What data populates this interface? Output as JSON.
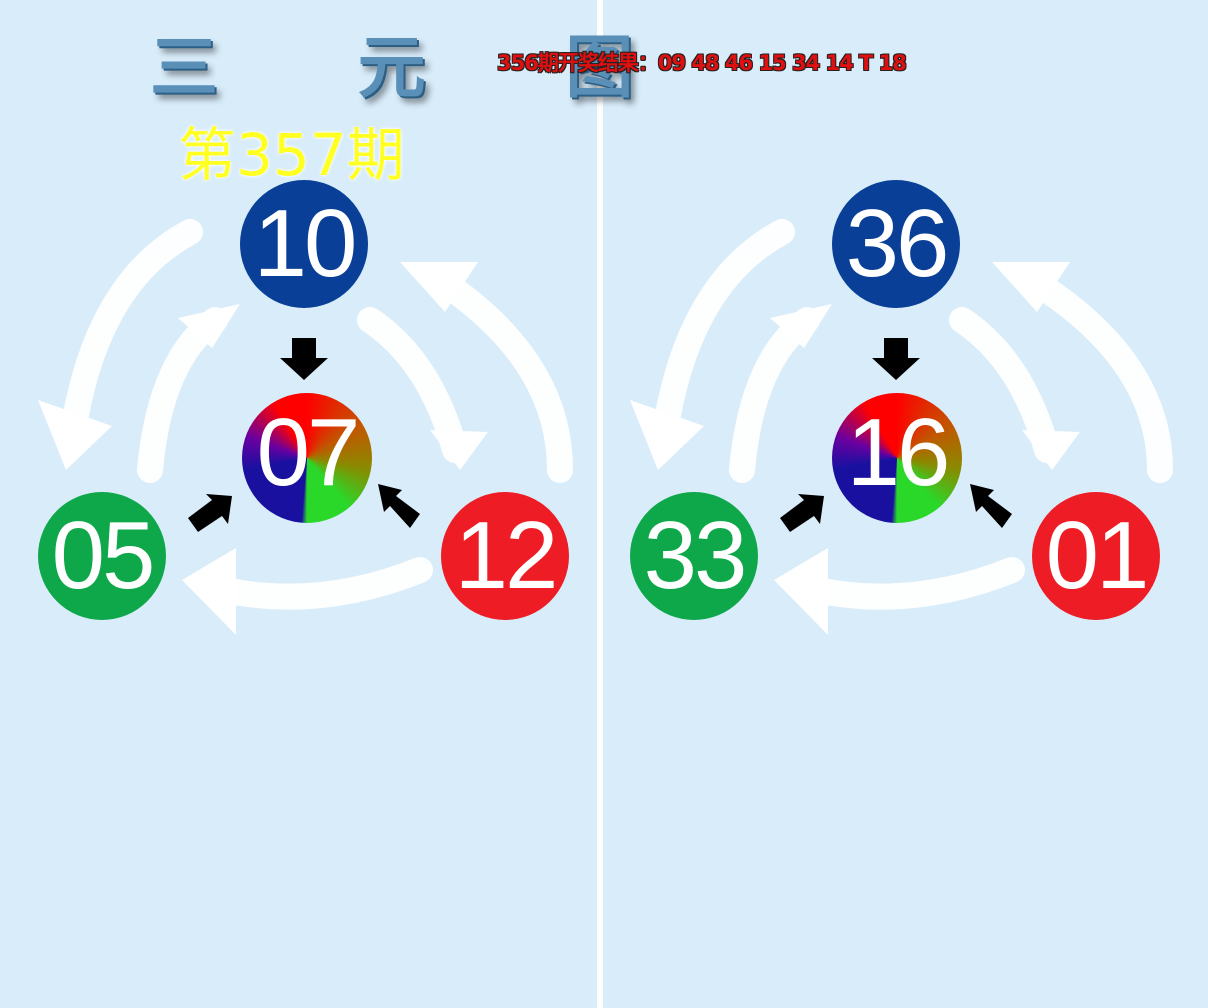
{
  "title": "三 元 图",
  "result_text": "356期开奖结果：09 48 46 15 34 14 T 18",
  "issue": "第357期",
  "colors": {
    "background": "#d8ecfa",
    "blue_ball": "#0a3f98",
    "green_ball": "#0ea84a",
    "red_ball": "#ee1c25",
    "result_text": "#e01010",
    "issue_text": "#ffff22"
  },
  "icons": {
    "cycle_arrows": "white-curved-arrows",
    "pointer_arrows": "black-arrow"
  },
  "left": {
    "top": "10",
    "center": "07",
    "bottom_left": "05",
    "bottom_right": "12"
  },
  "right": {
    "top": "36",
    "center": "16",
    "bottom_left": "33",
    "bottom_right": "01"
  }
}
